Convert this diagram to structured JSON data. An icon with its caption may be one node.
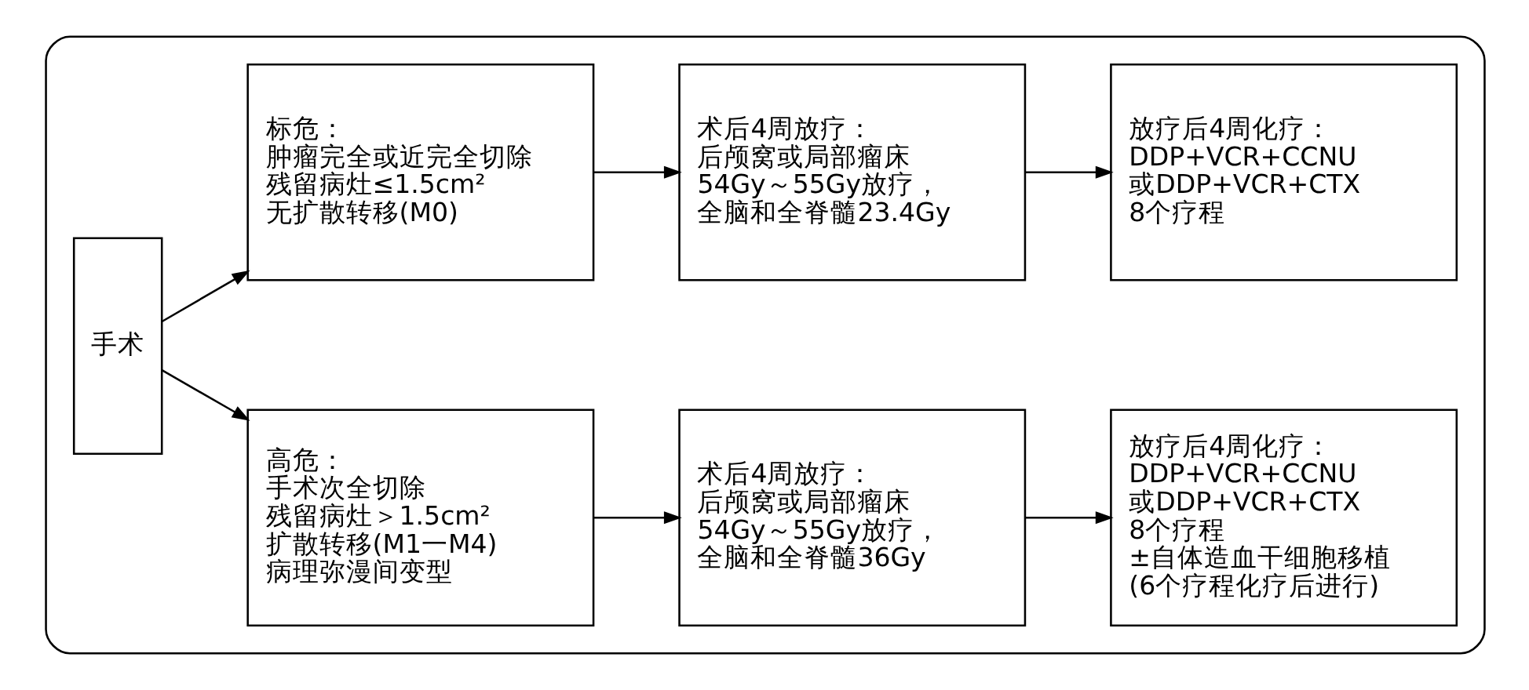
{
  "diagram": {
    "nodes": [
      {
        "text": [],
        "shape": "box"
      },
      {
        "text": [
          "手术"
        ],
        "in": 0
      },
      {
        "text": [
          "标危：",
          "肿瘤完全或近完全切除",
          "残留病灶≤1.5cm²",
          "无扩散转移(M0)"
        ],
        "in": 0
      },
      {
        "text": [
          "术后4周放疗：",
          "后颅窝或局部瘤床",
          "54Gy～55Gy放疗，",
          "全脑和全脊髓23.4Gy"
        ],
        "in": 0
      },
      {
        "text": [
          "放疗后4周化疗：",
          "DDP+VCR+CCNU",
          "或DDP+VCR+CTX",
          "8个疗程"
        ],
        "in": 0
      },
      {
        "text": [
          "高危：",
          "手术次全切除",
          "残留病灶＞1.5cm²",
          "扩散转移(M1一M4)",
          "病理弥漫间变型"
        ],
        "in": 0
      },
      {
        "text": [
          "术后4周放疗：",
          "后颅窝或局部瘤床",
          "54Gy～55Gy放疗，",
          "全脑和全脊髓36Gy"
        ],
        "in": 0
      },
      {
        "text": [
          "放疗后4周化疗：",
          "DDP+VCR+CCNU",
          "或DDP+VCR+CTX",
          "8个疗程",
          "±自体造血干细胞移植",
          "(6个疗程化疗后进行)"
        ],
        "in": 0
      }
    ],
    "edges": [
      {
        "from": 1,
        "to": 2,
        "arrow": "to"
      },
      {
        "from": 1,
        "to": 5,
        "arrow": "to"
      },
      {
        "from": 2,
        "to": 3,
        "arrow": "to"
      },
      {
        "from": 3,
        "to": 4,
        "arrow": "to"
      },
      {
        "from": 5,
        "to": 6,
        "arrow": "to"
      },
      {
        "from": 6,
        "to": 7,
        "arrow": "to"
      }
    ]
  }
}
